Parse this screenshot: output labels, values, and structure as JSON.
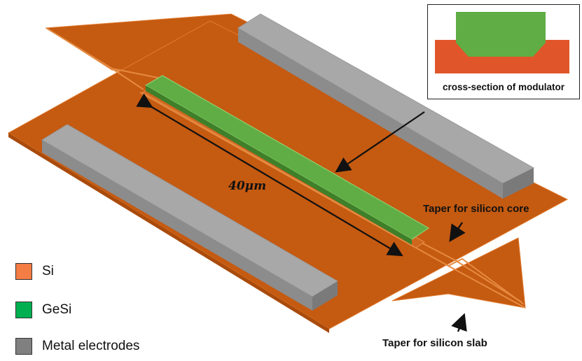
{
  "colors": {
    "si": "#c55a11",
    "si_edge": "#e07a2d",
    "gesi": "#5fad44",
    "metal": "#8c8c8c",
    "metal_top": "#a8a8a8",
    "legend_si": "#f47c45",
    "legend_gesi": "#00b050",
    "legend_metal": "#808080"
  },
  "labels": {
    "length": "40μm",
    "taper_core": "Taper for silicon core",
    "taper_slab": "Taper for silicon slab",
    "inset_caption": "cross-section of modulator"
  },
  "legend": [
    {
      "label": "Si",
      "color_key": "legend_si"
    },
    {
      "label": "GeSi",
      "color_key": "legend_gesi"
    },
    {
      "label": "Metal electrodes",
      "color_key": "legend_metal"
    }
  ]
}
